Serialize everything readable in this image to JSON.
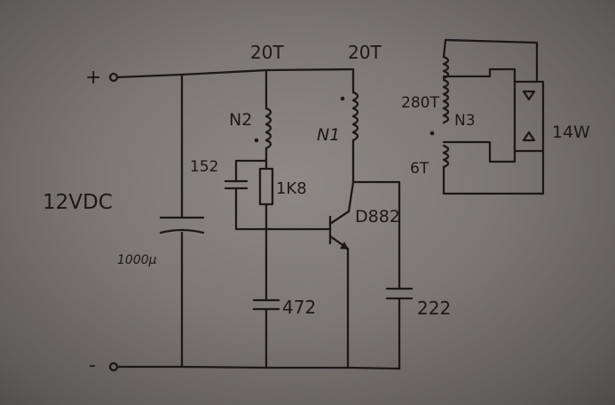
{
  "schematic": {
    "plus_label": "+",
    "minus_label": "-",
    "supply_label": "12VDC",
    "cap_1000_label": "1000µ",
    "turns_n2": "20T",
    "turns_n1": "20T",
    "n2_label": "N2",
    "n1_label": "N1",
    "cap_152_label": "152",
    "res_1k8_label": "1K8",
    "transistor_label": "D882",
    "cap_472_label": "472",
    "cap_222_label": "222",
    "turns_n3": "280T",
    "n3_label": "N3",
    "turns_tap": "6T",
    "lamp_label": "14W"
  }
}
